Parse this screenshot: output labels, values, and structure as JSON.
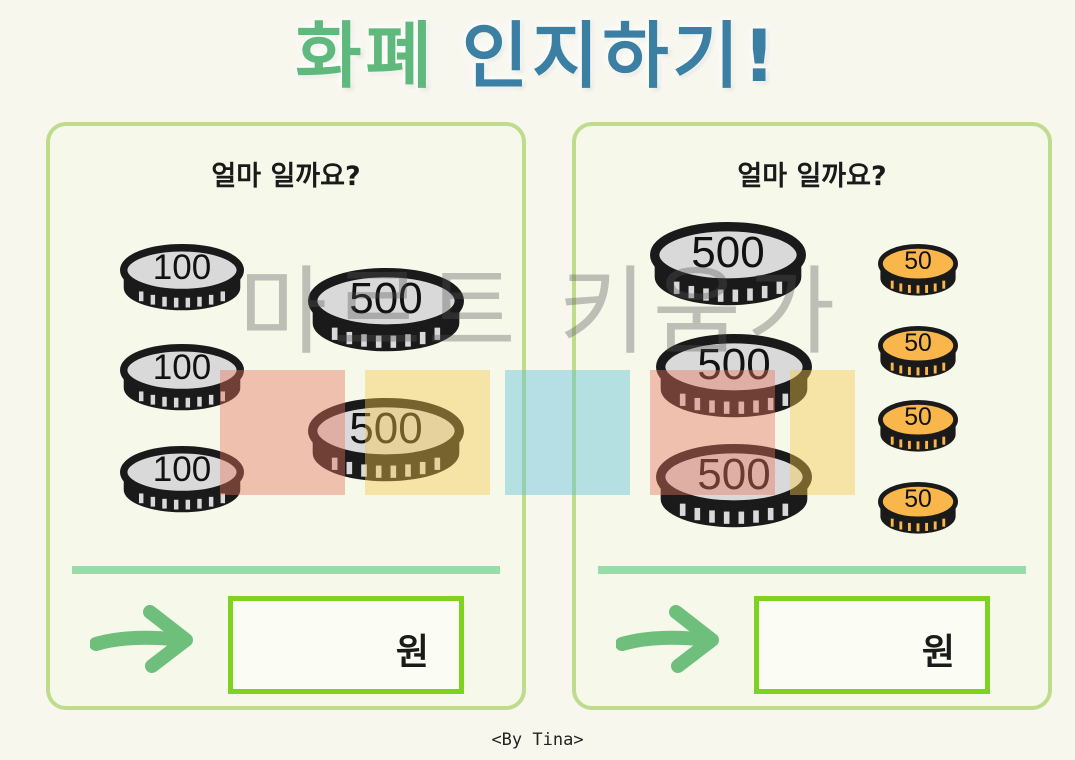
{
  "title": {
    "part1": "화폐",
    "part2": "인지하기!"
  },
  "panels": [
    {
      "question": "얼마 일까요?",
      "coins": [
        "100",
        "100",
        "100",
        "500",
        "500"
      ],
      "unit": "원"
    },
    {
      "question": "얼마 일까요?",
      "coins": [
        "500",
        "500",
        "500",
        "50",
        "50",
        "50",
        "50"
      ],
      "unit": "원"
    }
  ],
  "watermark": "마르트 키움가",
  "credit": "<By Tina>",
  "colors": {
    "silver_coin": "#d9d9d9",
    "gold_coin": "#f9b64a",
    "coin_outline": "#1a1a1a",
    "panel_border": "#bfdc8d",
    "divider": "#99dcaa",
    "answer_border": "#7ed321",
    "arrow": "#6fbf7c",
    "title_green": "#5fb87c",
    "title_blue": "#3b7fa3"
  }
}
